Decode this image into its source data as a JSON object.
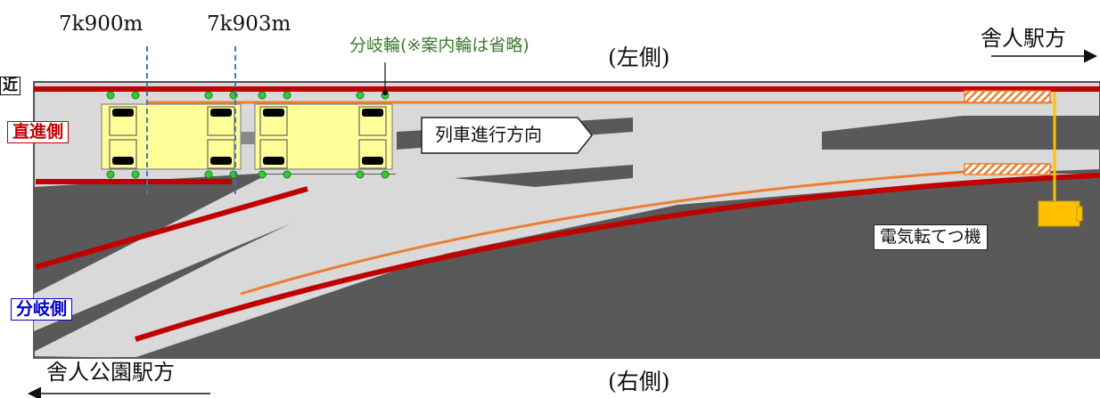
{
  "labels": {
    "km_left": "7k900m",
    "km_right": "7k903m",
    "branch_wheel": "分岐輪(※案内輪は省略)",
    "left_side": "(左側)",
    "right_side": "(右側)",
    "toneri_direction": "舎人駅方",
    "toneri_park_direction": "舎人公園駅方",
    "near": "近",
    "straight_side": "直進側",
    "branch_side": "分岐側",
    "train_direction": "列車進行方向",
    "point_machine": "電気転てつ機"
  },
  "colors": {
    "track_red": "#c00000",
    "guide_orange": "#ed7d31",
    "switch_rod": "#ffc000",
    "vehicle_fill": "#ffff99",
    "wheel_dot": "#33cc33",
    "km_line": "#4472c4",
    "straight_label": "#c00000",
    "branch_label": "#0000cc",
    "branch_wheel_text": "#3d7a2c"
  },
  "icons": {
    "right_arrow": "arrow-right",
    "left_arrow": "arrow-left",
    "vehicle": "train-car"
  }
}
